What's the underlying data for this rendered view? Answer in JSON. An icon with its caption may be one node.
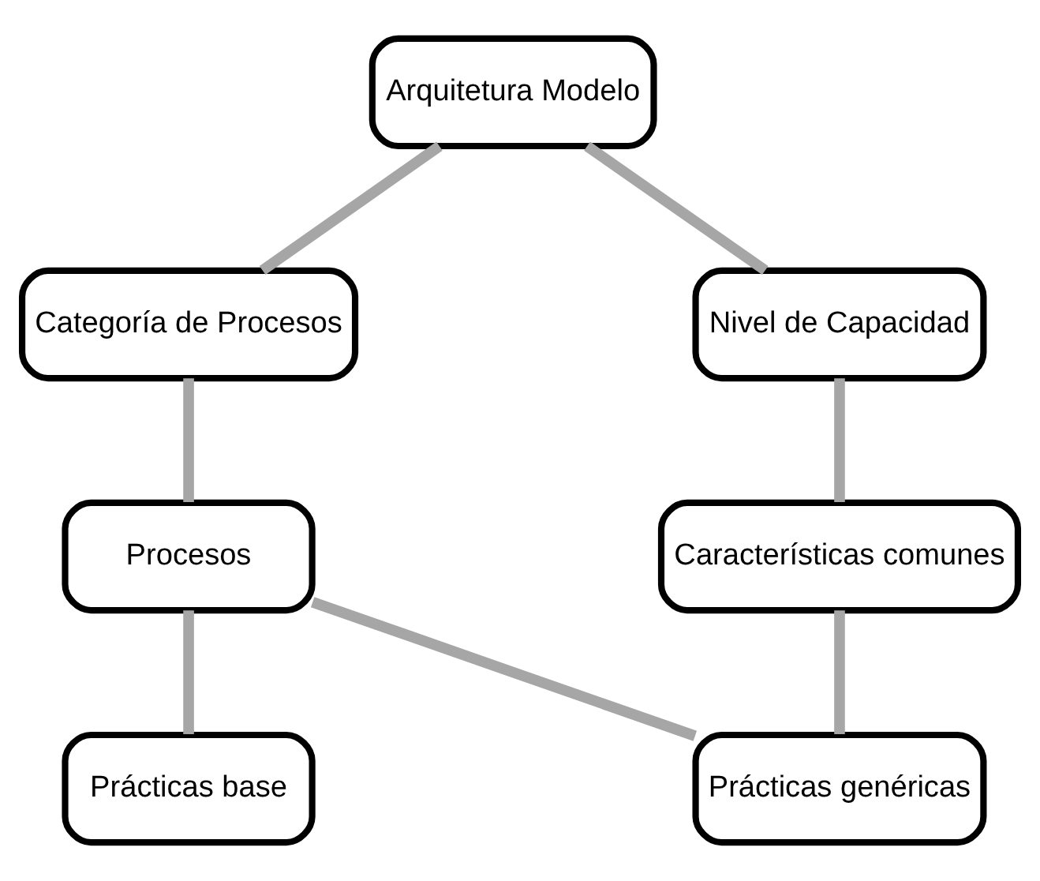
{
  "diagram": {
    "nodes": [
      {
        "text": [
          "Arquitetura Modelo"
        ]
      },
      {
        "text": [
          "Categoría de Procesos"
        ]
      },
      {
        "text": [
          "Nivel de Capacidad"
        ]
      },
      {
        "text": [
          "Procesos"
        ]
      },
      {
        "text": [
          "Características comunes"
        ]
      },
      {
        "text": [
          "Prácticas base"
        ]
      },
      {
        "text": [
          "Prácticas genéricas"
        ]
      }
    ],
    "edges": [
      {
        "from": 0,
        "to": 1,
        "arrow": "none"
      },
      {
        "from": 0,
        "to": 2,
        "arrow": "none"
      },
      {
        "from": 1,
        "to": 3,
        "arrow": "none"
      },
      {
        "from": 2,
        "to": 4,
        "arrow": "none"
      },
      {
        "from": 3,
        "to": 5,
        "arrow": "none"
      },
      {
        "from": 4,
        "to": 6,
        "arrow": "none"
      },
      {
        "from": 3,
        "to": 6,
        "arrow": "none"
      }
    ]
  }
}
